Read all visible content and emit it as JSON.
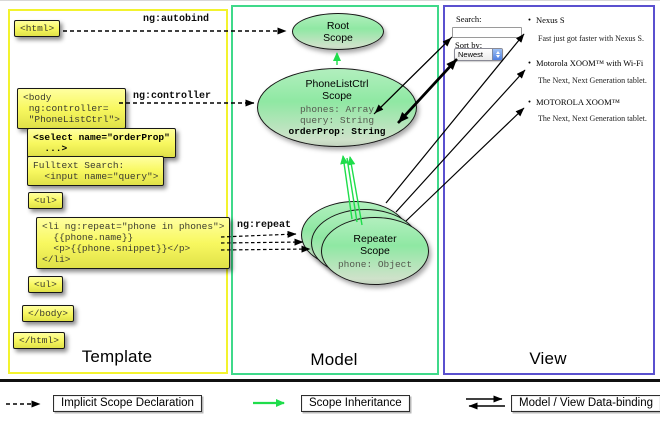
{
  "columns": {
    "template_label": "Template",
    "model_label": "Model",
    "view_label": "View"
  },
  "template_boxes": {
    "html_open": "<html>",
    "body_open": "<body\n ng:controller=\n \"PhoneListCtrl\">",
    "select": "<select name=\"orderProp\"\n  ...>",
    "fulltext": "Fulltext Search:\n  <input name=\"query\">",
    "ul_open": "<ul>",
    "li_repeat": "<li ng:repeat=\"phone in phones\">\n  {{phone.name}}\n  <p>{{phone.snippet}}</p>\n</li>",
    "ul_close": "<ul>",
    "body_close": "</body>",
    "html_close": "</html>"
  },
  "labels": {
    "autobind": "ng:autobind",
    "controller": "ng:controller",
    "repeat": "ng:repeat"
  },
  "model": {
    "root_scope": {
      "title": "Root\nScope"
    },
    "phonelist_scope": {
      "title": "PhoneListCtrl\nScope",
      "props": "phones: Array\nquery: String",
      "bold_prop": "orderProp: String"
    },
    "repeater_scope": {
      "title": "Repeater\nScope",
      "prop": "phone: Object"
    }
  },
  "view": {
    "search_label": "Search:",
    "search_value": "",
    "sort_label": "Sort by:",
    "sort_value": "Newest",
    "bullet": "•",
    "items": [
      {
        "title": "Nexus S",
        "desc": "Fast just got faster with Nexus S."
      },
      {
        "title": "Motorola XOOM™  with Wi-Fi",
        "desc": "The Next, Next Generation tablet."
      },
      {
        "title": "MOTOROLA XOOM™",
        "desc": "The Next, Next Generation tablet."
      }
    ]
  },
  "legend": {
    "implicit": "Implicit Scope Declaration",
    "inheritance": "Scope Inheritance",
    "binding": "Model / View Data-binding"
  },
  "colors": {
    "template_border": "#f3f32e",
    "model_border": "#3fd98a",
    "view_border": "#5a50cf",
    "code_box_fill": "#f8f860",
    "scope_fill": "#8fe8a3",
    "inheritance_arrow": "#1fdd4b",
    "binding_arrow": "#000000"
  }
}
